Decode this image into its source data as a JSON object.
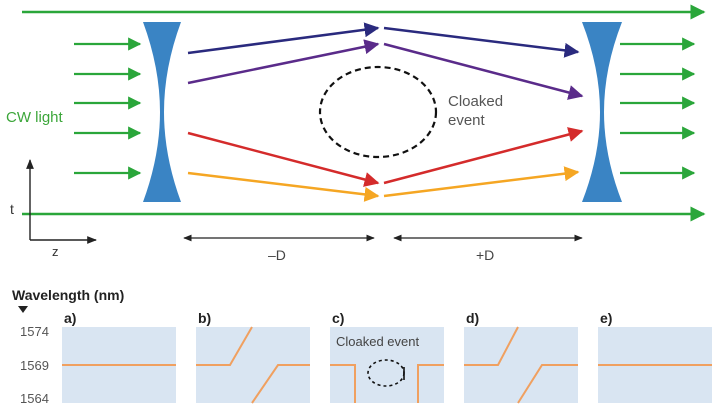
{
  "top": {
    "cw_light_label": "CW light",
    "cloaked_label_line1": "Cloaked",
    "cloaked_label_line2": "event",
    "axis_t": "t",
    "axis_z": "z",
    "minus_d": "–D",
    "plus_d": "+D"
  },
  "bottom": {
    "wavelength_label": "Wavelength (nm)",
    "y_ticks": [
      "1574",
      "1569",
      "1564"
    ],
    "panels": [
      {
        "id": "a",
        "label": "a)"
      },
      {
        "id": "b",
        "label": "b)"
      },
      {
        "id": "c",
        "label": "c)",
        "annotation": "Cloaked event"
      },
      {
        "id": "d",
        "label": "d)"
      },
      {
        "id": "e",
        "label": "e)"
      }
    ]
  },
  "colors": {
    "green": "#2aa63a",
    "blue_lens": "#3a84c4",
    "navy": "#2a2a7e",
    "purple": "#5a2b8a",
    "red": "#d42b2b",
    "orange": "#f5a623",
    "panel_bg": "#d9e5f2",
    "trace": "#f0a060",
    "text_green": "#3ca63a",
    "text_gray": "#555555"
  }
}
